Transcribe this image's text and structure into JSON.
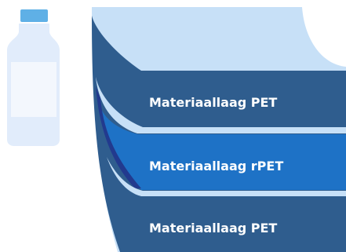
{
  "layers": [
    {
      "label": "Materiaallaag PET",
      "color": "#2f5d8e"
    },
    {
      "label": "Materiaallaag rPET",
      "color": "#1e72c6"
    },
    {
      "label": "Materiaallaag PET",
      "color": "#2f5d8e"
    }
  ],
  "icons": {
    "bottle": "plastic-bottle-icon"
  }
}
